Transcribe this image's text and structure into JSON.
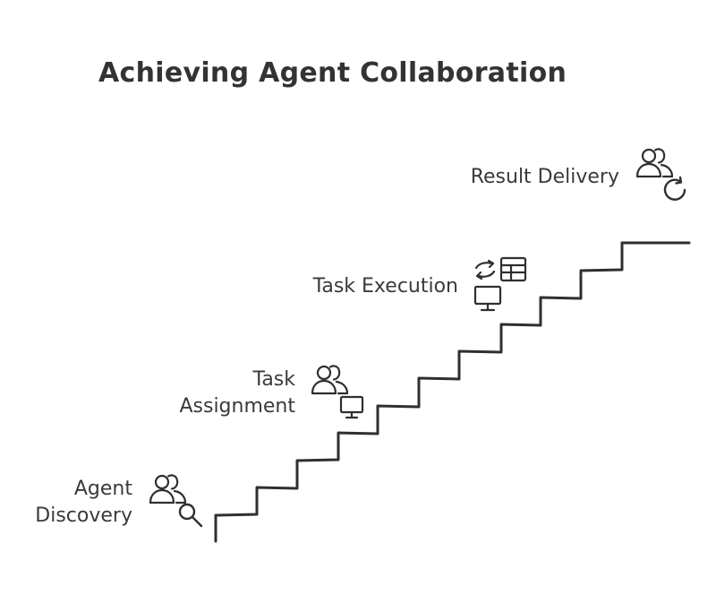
{
  "diagram": {
    "title": "Achieving Agent Collaboration",
    "stroke_color": "#2f2f2f",
    "steps": [
      {
        "id": "agent-discovery",
        "lines": [
          "Agent",
          "Discovery"
        ],
        "icons": [
          "users-icon",
          "magnifier-icon"
        ]
      },
      {
        "id": "task-assignment",
        "lines": [
          "Task",
          "Assignment"
        ],
        "icons": [
          "users-icon",
          "monitor-icon"
        ]
      },
      {
        "id": "task-execution",
        "lines": [
          "Task Execution"
        ],
        "icons": [
          "exchange-arrows-icon",
          "table-icon",
          "monitor-icon"
        ]
      },
      {
        "id": "result-delivery",
        "lines": [
          "Result Delivery"
        ],
        "icons": [
          "users-icon",
          "refresh-icon"
        ]
      }
    ]
  }
}
